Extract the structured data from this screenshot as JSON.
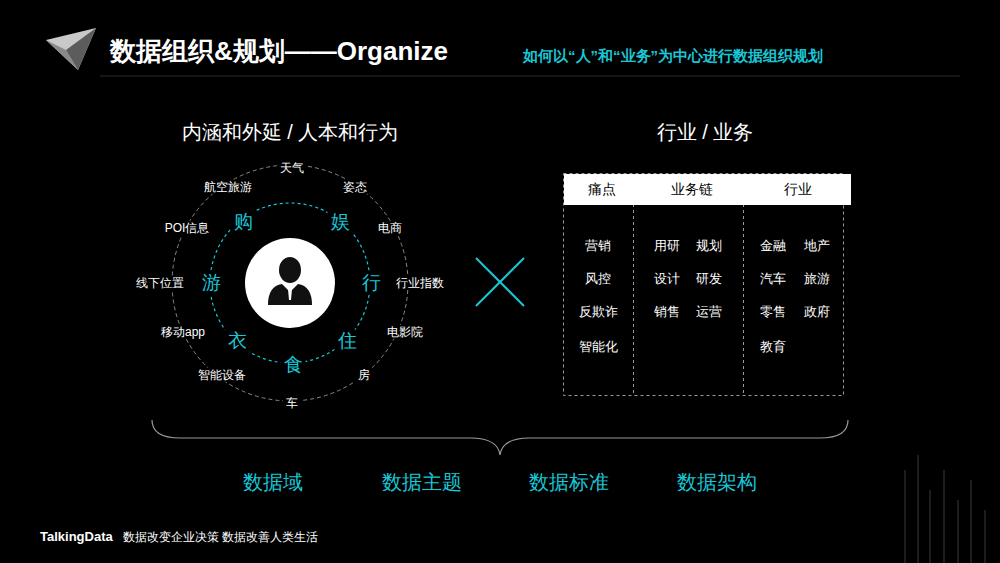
{
  "diagram": {
    "title": "数据组织&规划——Organize",
    "nodes": [
      {
        "text": [
          "痛点"
        ]
      },
      {
        "text": [
          "业务链"
        ]
      },
      {
        "text": [
          "行业"
        ]
      }
    ],
    "labels": [
      "如何以“人”和“业务”为中心进行数据组织规划",
      "内涵和外延 / 人本和行为",
      "行业 / 业务",
      "天气",
      "姿态",
      "电商",
      "行业指数",
      "电影院",
      "房",
      "车",
      "智能设备",
      "移动app",
      "线下位置",
      "POI信息",
      "航空旅游",
      "购",
      "娱",
      "游",
      "行",
      "衣",
      "住",
      "食",
      "营销",
      "风控",
      "反欺诈",
      "智能化",
      "用研",
      "规划",
      "设计",
      "研发",
      "销售",
      "运营",
      "金融",
      "地产",
      "汽车",
      "旅游",
      "零售",
      "政府",
      "教育",
      "数据域",
      "数据主题",
      "数据标准",
      "数据架构",
      "TalkingData",
      "数据改变企业决策 数据改善人类生活"
    ]
  }
}
